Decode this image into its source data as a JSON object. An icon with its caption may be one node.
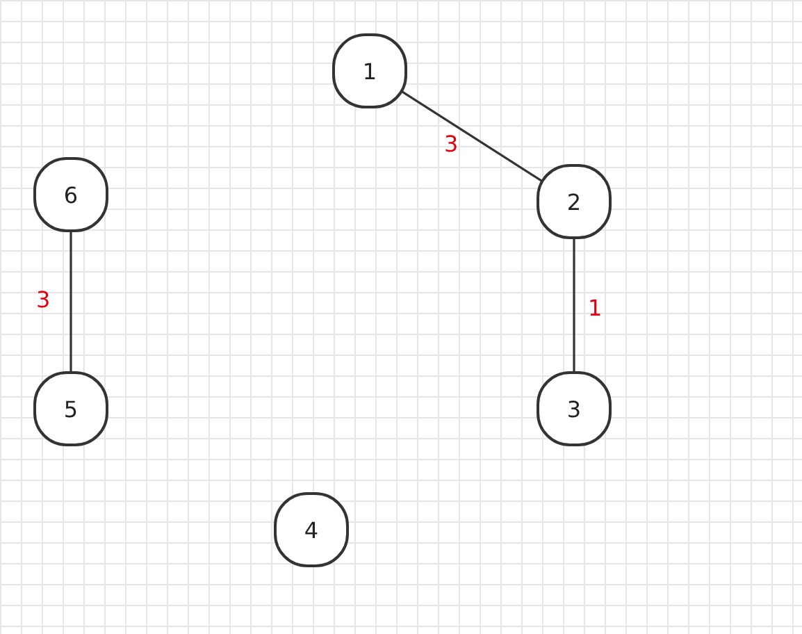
{
  "diagram": {
    "nodes": [
      {
        "text": [
          "1"
        ]
      },
      {
        "text": [
          "2"
        ]
      },
      {
        "text": [
          "3"
        ]
      },
      {
        "text": [
          "4"
        ]
      },
      {
        "text": [
          "5"
        ]
      },
      {
        "text": [
          "6"
        ]
      }
    ],
    "edges": [
      {
        "from": 0,
        "to": 1,
        "arrow": "none",
        "label": "3"
      },
      {
        "from": 1,
        "to": 2,
        "arrow": "none",
        "label": "1"
      },
      {
        "from": 5,
        "to": 4,
        "arrow": "none",
        "label": "3"
      }
    ]
  }
}
